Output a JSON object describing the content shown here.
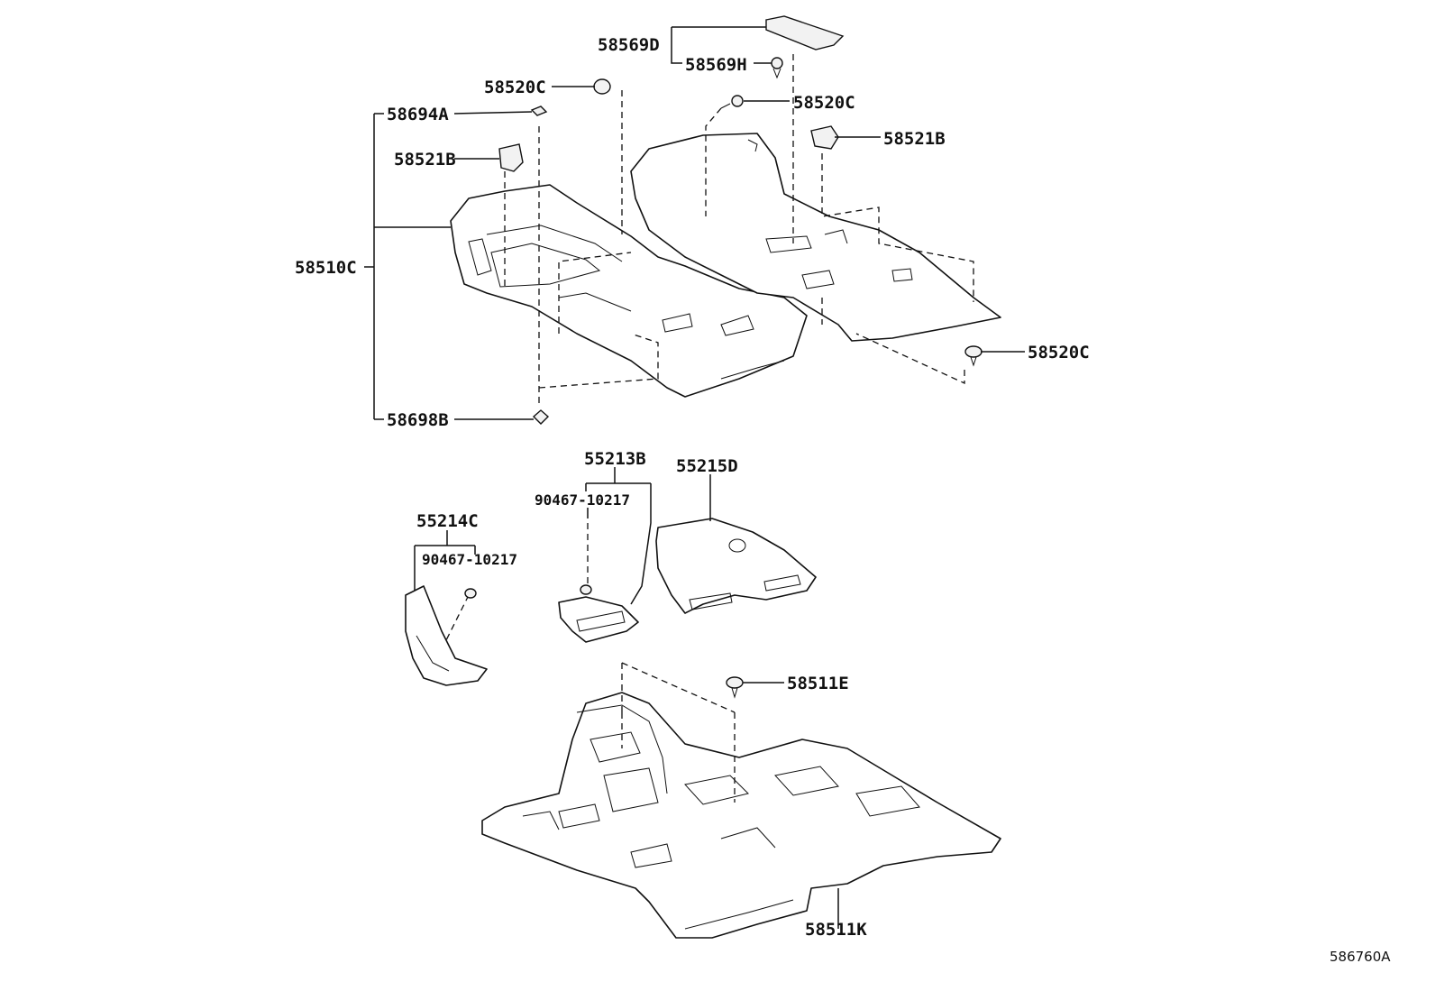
{
  "drawing_id": "586760A",
  "labels": {
    "p58569D": "58569D",
    "p58569H": "58569H",
    "p58520C_a": "58520C",
    "p58520C_b": "58520C",
    "p58520C_c": "58520C",
    "p58694A": "58694A",
    "p58521B_a": "58521B",
    "p58521B_b": "58521B",
    "p58510C": "58510C",
    "p58698B": "58698B",
    "p55213B": "55213B",
    "p55215D": "55215D",
    "p90467_a": "90467-10217",
    "p55214C": "55214C",
    "p90467_b": "90467-10217",
    "p58511E": "58511E",
    "p58511K": "58511K"
  }
}
